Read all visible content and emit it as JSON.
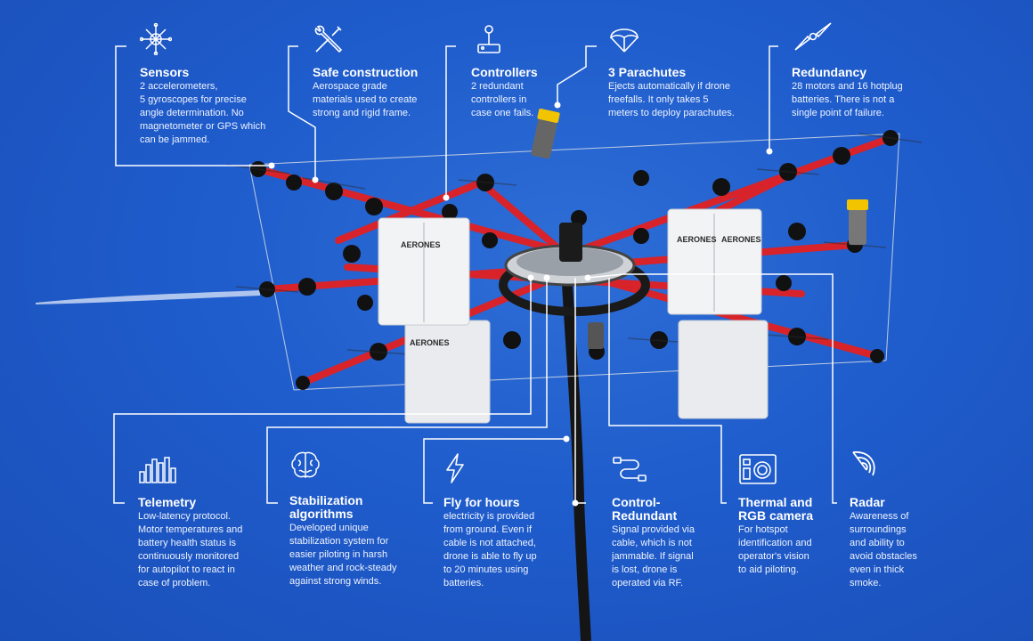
{
  "brand_text": "AERONES",
  "colors": {
    "sky": "#1f5ccc",
    "line": "#ffffff",
    "arm": "#d8232a",
    "pack": "#f2f2f2",
    "cap": "#f2c400"
  },
  "features": [
    {
      "id": "sensors",
      "icon": "compass-cross-icon",
      "title": "Sensors",
      "desc": "2 accelerometers,\n5 gyroscopes for precise\nangle determination. No\nmagnetometer or GPS which\ncan be jammed."
    },
    {
      "id": "safe-construction",
      "icon": "wrench-screwdriver-icon",
      "title": "Safe construction",
      "desc": "Aerospace grade\nmaterials used to create\nstrong and rigid frame."
    },
    {
      "id": "controllers",
      "icon": "joystick-icon",
      "title": "Controllers",
      "desc": "2 redundant\ncontrollers in\ncase one fails."
    },
    {
      "id": "parachutes",
      "icon": "parachute-icon",
      "title": "3 Parachutes",
      "desc": "Ejects automatically if drone\nfreefalls. It only takes 5\nmeters to deploy parachutes."
    },
    {
      "id": "redundancy",
      "icon": "propeller-icon",
      "title": "Redundancy",
      "desc": "28 motors and 16 hotplug\nbatteries. There is not a\nsingle point of failure."
    },
    {
      "id": "telemetry",
      "icon": "bar-chart-icon",
      "title": "Telemetry",
      "desc": "Low-latency protocol.\nMotor temperatures and\nbattery health status is\ncontinuously monitored\nfor autopilot to react in\ncase of problem."
    },
    {
      "id": "stabilization",
      "icon": "brain-icon",
      "title": "Stabilization\nalgorithms",
      "desc": "Developed unique\nstabilization system for\neasier piloting in harsh\nweather and rock-steady\nagainst strong winds."
    },
    {
      "id": "fly-for-hours",
      "icon": "lightning-icon",
      "title": "Fly for hours",
      "desc": "electricity is provided\nfrom ground. Even if\ncable is not attached,\ndrone is able to fly up\nto 20 minutes using\nbatteries."
    },
    {
      "id": "control-redundant",
      "icon": "cable-connector-icon",
      "title": "Control-\nRedundant",
      "desc": "Signal provided via\ncable, which is not\njammable. If signal\nis lost, drone is\noperated via RF."
    },
    {
      "id": "thermal-camera",
      "icon": "camera-icon",
      "title": "Thermal and\nRGB camera",
      "desc": "For hotspot\nidentification and\noperator's vision\nto aid piloting."
    },
    {
      "id": "radar",
      "icon": "radar-icon",
      "title": "Radar",
      "desc": "Awareness of\nsurroundings\nand ability to\navoid obstacles\neven in thick\nsmoke."
    }
  ]
}
